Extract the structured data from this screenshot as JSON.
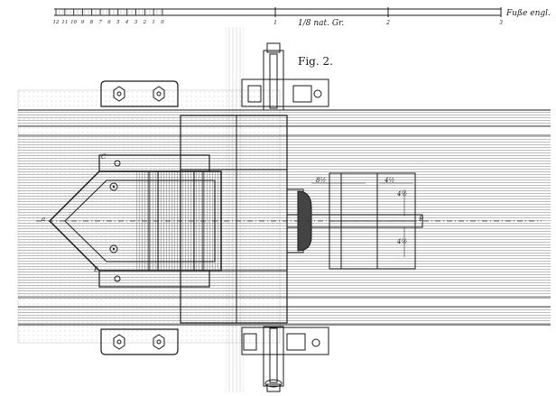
{
  "scale": {
    "left_ticks": [
      "12",
      "11",
      "10",
      "9",
      "8",
      "7",
      "6",
      "5",
      "4",
      "3",
      "2",
      "1",
      "0"
    ],
    "major_ticks": [
      "1",
      "2",
      "3"
    ],
    "unit_label": "Fuße engl.",
    "ratio_label": "1/8 nat. Gr."
  },
  "figure": {
    "label": "Fig. 2."
  },
  "dimensions": {
    "d1": "8½",
    "d2": "4½",
    "d3": "4½",
    "d4": "4½"
  },
  "points": {
    "a": "a",
    "b": "B",
    "c": "C",
    "e": "E"
  }
}
